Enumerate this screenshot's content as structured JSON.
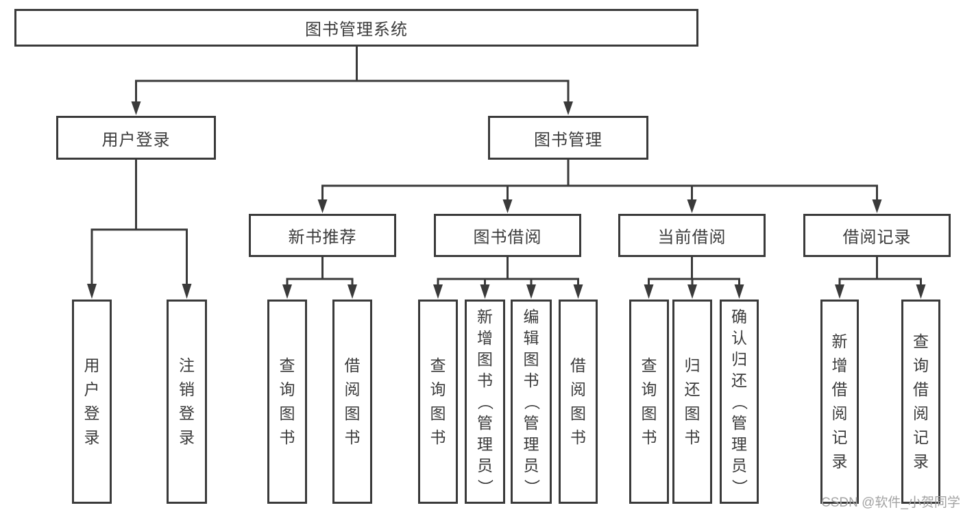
{
  "tree": {
    "root": {
      "label": "图书管理系统"
    },
    "children": [
      {
        "label": "用户登录",
        "children": [
          {
            "label": "用户登录"
          },
          {
            "label": "注销登录"
          }
        ]
      },
      {
        "label": "图书管理",
        "children": [
          {
            "label": "新书推荐",
            "children": [
              {
                "label": "查询图书"
              },
              {
                "label": "借阅图书"
              }
            ]
          },
          {
            "label": "图书借阅",
            "children": [
              {
                "label": "查询图书"
              },
              {
                "label": "新增图书（管理员）"
              },
              {
                "label": "编辑图书（管理员）"
              },
              {
                "label": "借阅图书"
              }
            ]
          },
          {
            "label": "当前借阅",
            "children": [
              {
                "label": "查询图书"
              },
              {
                "label": "归还图书"
              },
              {
                "label": "确认归还（管理员）"
              }
            ]
          },
          {
            "label": "借阅记录",
            "children": [
              {
                "label": "新增借阅记录"
              },
              {
                "label": "查询借阅记录"
              }
            ]
          }
        ]
      }
    ]
  },
  "watermark": {
    "text": "CSDN @软件_小贺同学"
  },
  "colors": {
    "line": "#3a3a3a",
    "text": "#3b3b3b",
    "background": "#ffffff",
    "watermark": "#a3a3a3"
  }
}
